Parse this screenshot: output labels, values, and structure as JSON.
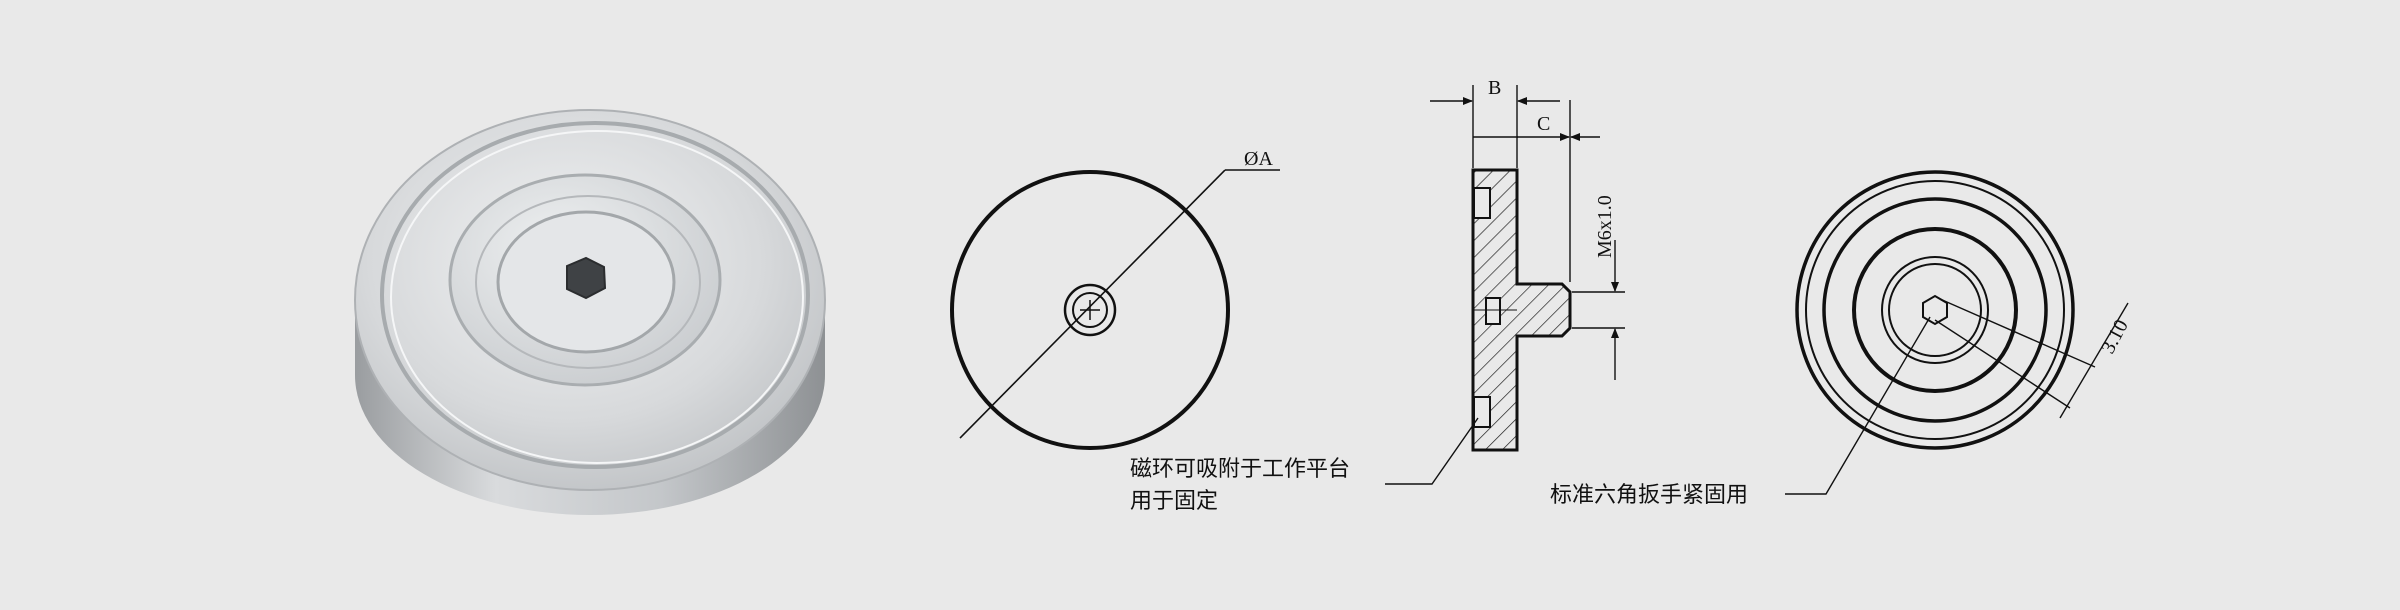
{
  "dimensions": {
    "diameter": "ØA",
    "width_b": "B",
    "offset_c": "C",
    "thread": "M6x1.0",
    "hex_size": "3.10"
  },
  "notes": {
    "magnet_line1": "磁环可吸附于工作平台",
    "magnet_line2": "用于固定",
    "hex_wrench": "标准六角扳手紧固用"
  }
}
